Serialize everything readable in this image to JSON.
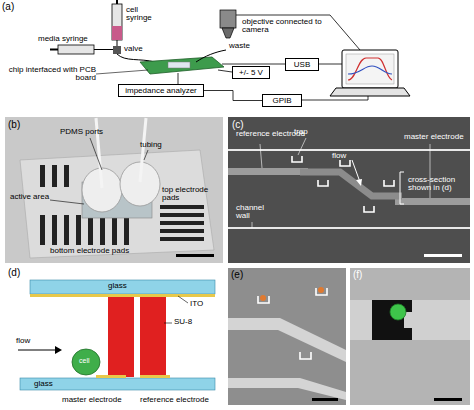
{
  "diagram": {
    "nodes": [
      {
        "text": [
          "+/- 5 V"
        ]
      },
      {
        "text": [
          "USB"
        ]
      },
      {
        "text": [
          "impedance analyzer"
        ]
      },
      {
        "text": [
          "GPIB"
        ]
      }
    ],
    "edges": [
      {
        "from": 2,
        "to": 3,
        "arrow": "none"
      }
    ],
    "labels": [
      "(a)",
      "cell syringe",
      "media syringe",
      "valve",
      "objective connected to camera",
      "waste",
      "chip interfaced with PCB board",
      "(b)",
      "PDMS ports",
      "tubing",
      "active area",
      "top electrode pads",
      "bottom electrode pads",
      "(c)",
      "reference electrode",
      "master electrode",
      "flow",
      "trap",
      "cross-section shown in (d)",
      "channel wall",
      "(d)",
      "glass",
      "ITO",
      "flow",
      "cell",
      "SU-8",
      "glass",
      "master electrode",
      "reference electrode",
      "(e)",
      "(f)"
    ]
  }
}
